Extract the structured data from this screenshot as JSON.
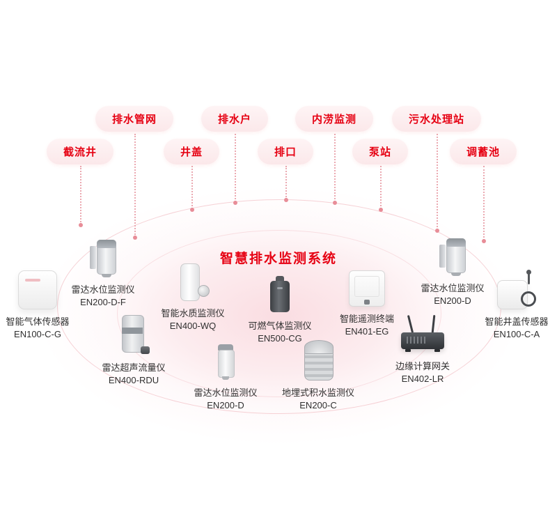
{
  "title": "智慧排水监测系统",
  "tags": [
    {
      "label": "排水管网"
    },
    {
      "label": "排水户"
    },
    {
      "label": "内涝监测"
    },
    {
      "label": "污水处理站"
    },
    {
      "label": "截流井"
    },
    {
      "label": "井盖"
    },
    {
      "label": "排口"
    },
    {
      "label": "泵站"
    },
    {
      "label": "调蓄池"
    }
  ],
  "devices": [
    {
      "name": "雷达水位监测仪",
      "model": "EN200-D-F",
      "icon": "radar-level-sensor-icon"
    },
    {
      "name": "智能气体传感器",
      "model": "EN100-C-G",
      "icon": "gas-sensor-cube-icon"
    },
    {
      "name": "智能水质监测仪",
      "model": "EN400-WQ",
      "icon": "water-quality-monitor-icon"
    },
    {
      "name": "可燃气体监测仪",
      "model": "EN500-CG",
      "icon": "combustible-gas-monitor-icon"
    },
    {
      "name": "智能遥测终端",
      "model": "EN401-EG",
      "icon": "telemetry-terminal-icon"
    },
    {
      "name": "雷达水位监测仪",
      "model": "EN200-D",
      "icon": "radar-level-sensor-icon"
    },
    {
      "name": "智能井盖传感器",
      "model": "EN100-C-A",
      "icon": "manhole-cover-sensor-icon"
    },
    {
      "name": "雷达超声流量仪",
      "model": "EN400-RDU",
      "icon": "ultrasonic-flow-meter-icon"
    },
    {
      "name": "雷达水位监测仪",
      "model": "EN200-D",
      "icon": "radar-level-sensor-icon"
    },
    {
      "name": "地埋式积水监测仪",
      "model": "EN200-C",
      "icon": "buried-water-monitor-icon"
    },
    {
      "name": "边缘计算网关",
      "model": "EN402-LR",
      "icon": "edge-gateway-icon"
    }
  ],
  "colors": {
    "accent_red": "#e60012",
    "pill_background": "#fbe8ea",
    "glow_pink": "#fadbe0",
    "device_label": "#2f2f2f"
  }
}
